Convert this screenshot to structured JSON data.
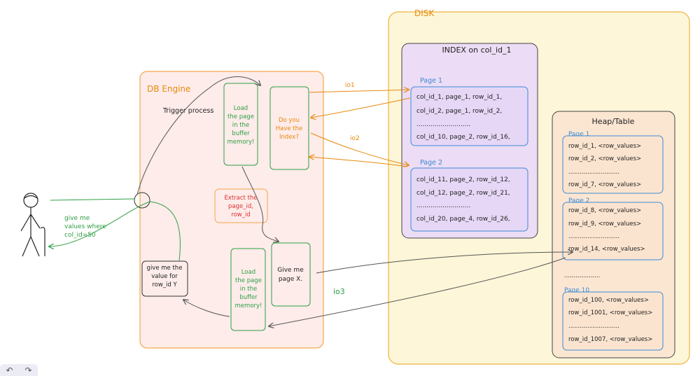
{
  "disk": {
    "label": "DISK"
  },
  "index": {
    "title": "INDEX on col_id_1",
    "pages": [
      {
        "label": "Page 1",
        "rows": [
          "col_id_1, page_1, row_id_1,",
          "col_id_2, page_1, row_id_2,",
          "...........................",
          "col_id_10, page_2, row_id_16,"
        ]
      },
      {
        "label": "Page 2",
        "rows": [
          "col_id_11, page_2, row_id_12,",
          "col_id_12, page_2, row_id_21,",
          "...........................",
          "col_id_20, page_4, row_id_26,"
        ]
      }
    ]
  },
  "heap": {
    "title": "Heap/Table",
    "pages": [
      {
        "label": "Page 1",
        "rows": [
          "row_id_1, <row_values>",
          "row_id_2, <row_values>",
          "...........................",
          "row_id_7, <row_values>"
        ]
      },
      {
        "label": "Page 2",
        "rows": [
          "row_id_8, <row_values>",
          "row_id_9, <row_values>",
          "...........................",
          "row_id_14, <row_values>"
        ]
      },
      {
        "label": "Page 10",
        "rows": [
          "row_id_100, <row_values>",
          "row_id_1001, <row_values>",
          "...........................",
          "row_id_1007, <row_values>"
        ]
      }
    ],
    "gap_dots": "..................."
  },
  "engine": {
    "label": "DB Engine",
    "trigger": "Trigger process",
    "load_top": [
      "Load",
      "the page",
      "in the",
      "buffer",
      "memory!"
    ],
    "do_you_have": [
      "Do you",
      "Have the",
      "Index?"
    ],
    "extract": [
      "Extract the",
      "page_id,",
      "row_id"
    ],
    "give_page": [
      "Give me",
      "page X."
    ],
    "load_bottom": [
      "Load",
      "the page",
      "in the",
      "buffer",
      "memory!"
    ],
    "give_value": [
      "give me the",
      "value for",
      "row_id Y"
    ]
  },
  "user": {
    "request": [
      "give me",
      "values where",
      "col_id=50"
    ]
  },
  "io": {
    "io1": "io1",
    "io2": "io2",
    "io3": "io3"
  },
  "colors": {
    "disk_fill": "#fdf6d8",
    "disk_stroke": "#f0b43c",
    "engine_fill": "#fdecea",
    "engine_stroke": "#f5a64a",
    "index_fill": "#ecdcf5",
    "heap_fill": "#fbe6d2",
    "blue": "#3b8bd6",
    "green": "#2f9e44",
    "orange": "#e8890c",
    "red": "#e03131"
  },
  "toolbar": {
    "undo": "↶",
    "redo": "↷"
  }
}
